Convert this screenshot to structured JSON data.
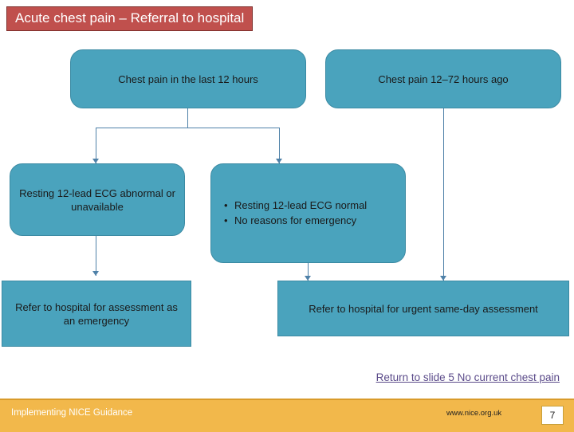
{
  "slide": {
    "title": "Acute chest pain – Referral to hospital",
    "title_color": "#c0504d",
    "box_color": "#4aa3bd",
    "connector_color": "#4f81a8"
  },
  "flow": {
    "top_left": "Chest pain in the last 12 hours",
    "top_right": "Chest pain 12–72 hours ago",
    "mid_left": "Resting 12-lead ECG abnormal or unavailable",
    "mid_right_bullets": [
      "Resting 12-lead ECG normal",
      "No reasons for emergency"
    ],
    "bottom_left": "Refer to hospital for assessment as an emergency",
    "bottom_right": "Refer to hospital for urgent same-day assessment"
  },
  "links": {
    "return": "Return to slide 5 No current chest pain",
    "return_color": "#5b4b8a"
  },
  "footer": {
    "left_text": "Implementing NICE Guidance",
    "website": "www.nice.org.uk",
    "page_number": "7",
    "bar_color": "#f2b84b"
  }
}
